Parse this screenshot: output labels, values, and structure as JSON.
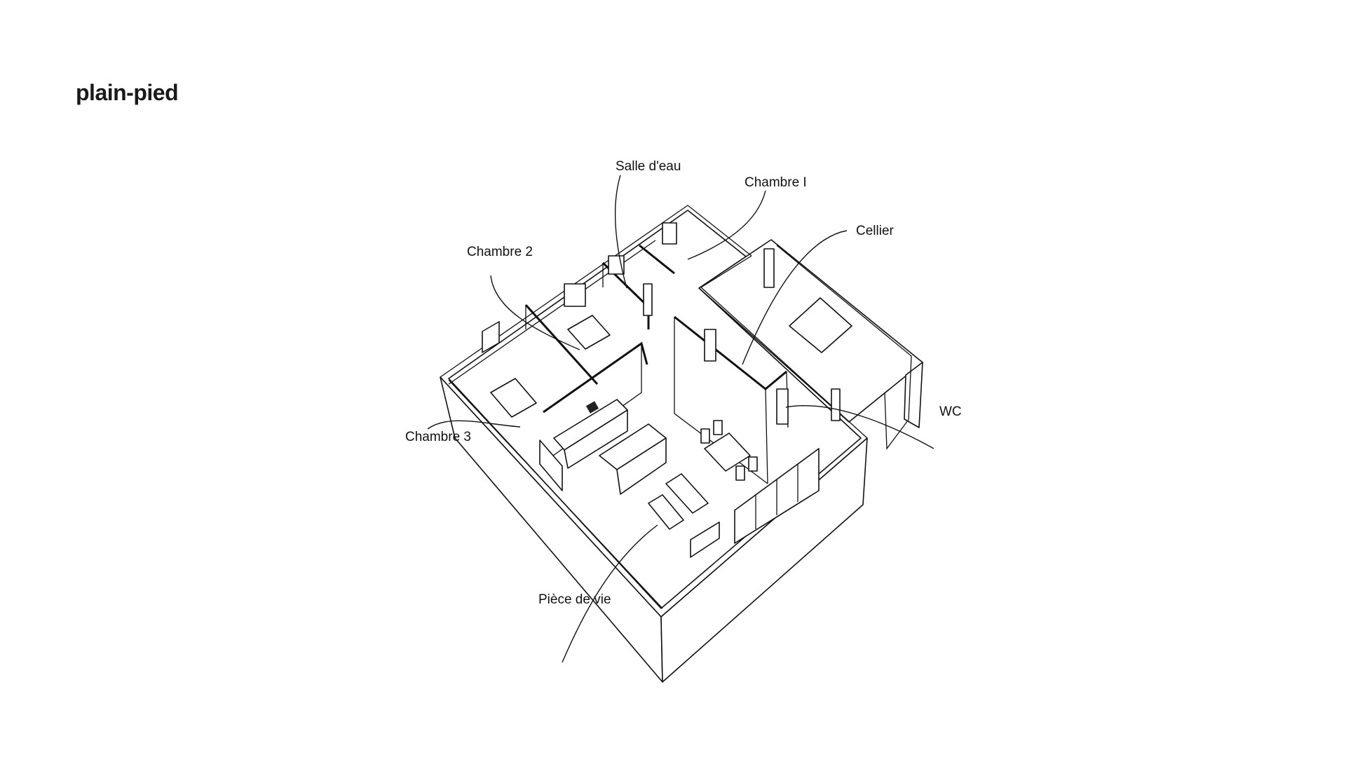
{
  "title": "plain-pied",
  "rooms": {
    "salle_eau": "Salle d'eau",
    "chambre1": "Chambre I",
    "cellier": "Cellier",
    "chambre2": "Chambre 2",
    "chambre3": "Chambre 3",
    "wc": "WC",
    "piece_vie": "Pièce de vie"
  }
}
